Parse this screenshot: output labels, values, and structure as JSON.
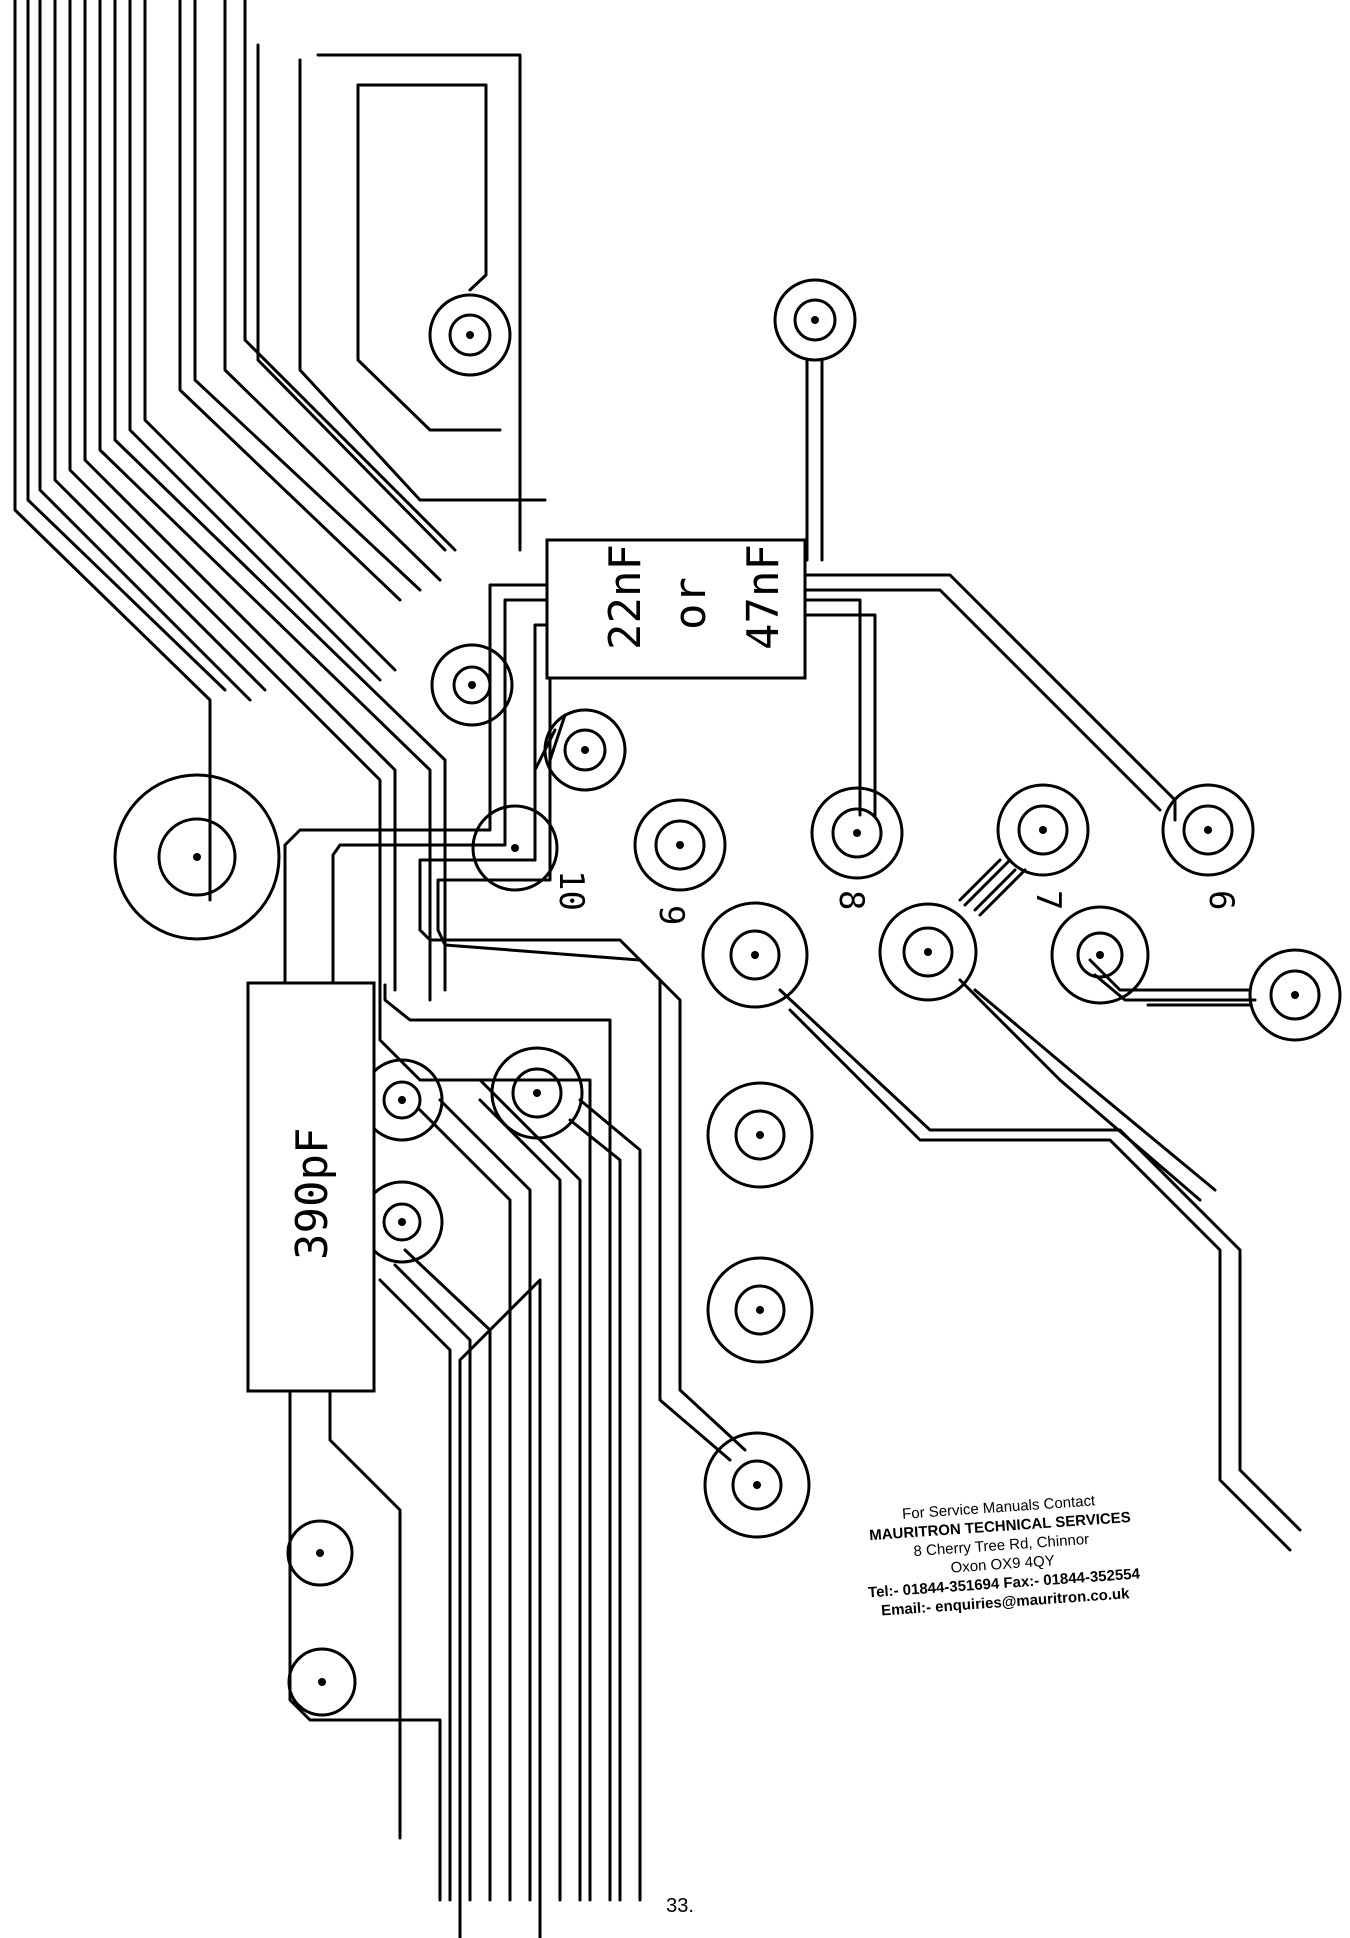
{
  "components": {
    "cap_top_line1": "22nF",
    "cap_top_line2": "or",
    "cap_top_line3": "47nF",
    "cap_bottom": "390pF"
  },
  "pins": [
    "10",
    "9",
    "8",
    "7",
    "6"
  ],
  "contact": {
    "line1": "For Service Manuals Contact",
    "line2": "MAURITRON TECHNICAL SERVICES",
    "line3": "8 Cherry Tree Rd, Chinnor",
    "line4": "Oxon OX9 4QY",
    "line5": "Tel:- 01844-351694 Fax:- 01844-352554",
    "line6": "Email:- enquiries@mauritron.co.uk"
  },
  "page_number": "33."
}
